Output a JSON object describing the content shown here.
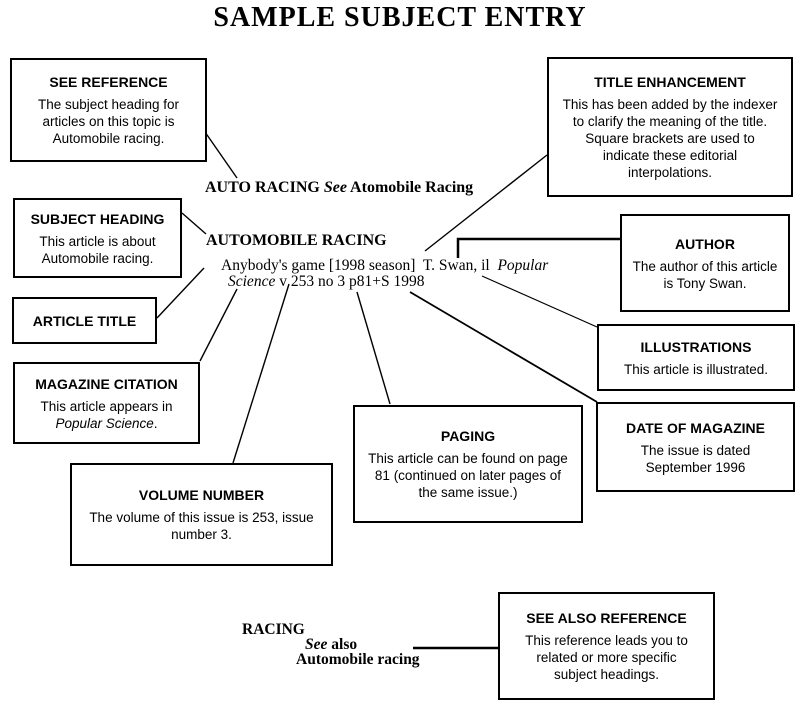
{
  "page_title": "SAMPLE SUBJECT ENTRY",
  "index_entry": {
    "cross_reference": {
      "term": "AUTO RACING ",
      "see_word": "See",
      "target": " Atomobile Racing"
    },
    "subject_heading": "AUTOMOBILE RACING",
    "citation": {
      "line1_text": "Anybody's game [1998 season]  T. Swan, il  ",
      "line1_italic": "Popular",
      "line2_italic": "Science",
      "line2_text": " v 253 no 3 p81+S 1998"
    },
    "see_also_entry": {
      "term": "RACING",
      "see_word": "See",
      "also_word": " also",
      "target": "Automobile racing"
    }
  },
  "callouts": {
    "see_reference": {
      "title": "SEE REFERENCE",
      "body": "The subject heading for articles on this topic is Automobile racing."
    },
    "title_enhancement": {
      "title": "TITLE ENHANCEMENT",
      "body": "This has been added by the indexer to clarify the meaning of the title. Square brackets are used to indicate these editorial interpolations."
    },
    "subject_heading": {
      "title": "SUBJECT HEADING",
      "body": "This article is about Automobile racing."
    },
    "article_title": {
      "title": "ARTICLE TITLE"
    },
    "magazine_citation": {
      "title": "MAGAZINE CITATION",
      "body_pre": "This article appears in",
      "body_italic": "Popular Science",
      "body_post": "."
    },
    "volume_number": {
      "title": "VOLUME NUMBER",
      "body": "The volume of this issue is 253, issue number 3."
    },
    "paging": {
      "title": "PAGING",
      "body": "This article can be found on page 81 (continued on later pages of the same issue.)"
    },
    "author": {
      "title": "AUTHOR",
      "body": "The author of this article is Tony Swan."
    },
    "illustrations": {
      "title": "ILLUSTRATIONS",
      "body": "This article is illustrated."
    },
    "date_of_magazine": {
      "title": "DATE OF MAGAZINE",
      "body": "The issue is dated September 1996"
    },
    "see_also_reference": {
      "title": "SEE ALSO REFERENCE",
      "body": "This reference leads you to related or more specific subject headings."
    }
  },
  "colors": {
    "ink": "#000000",
    "paper": "#ffffff"
  }
}
